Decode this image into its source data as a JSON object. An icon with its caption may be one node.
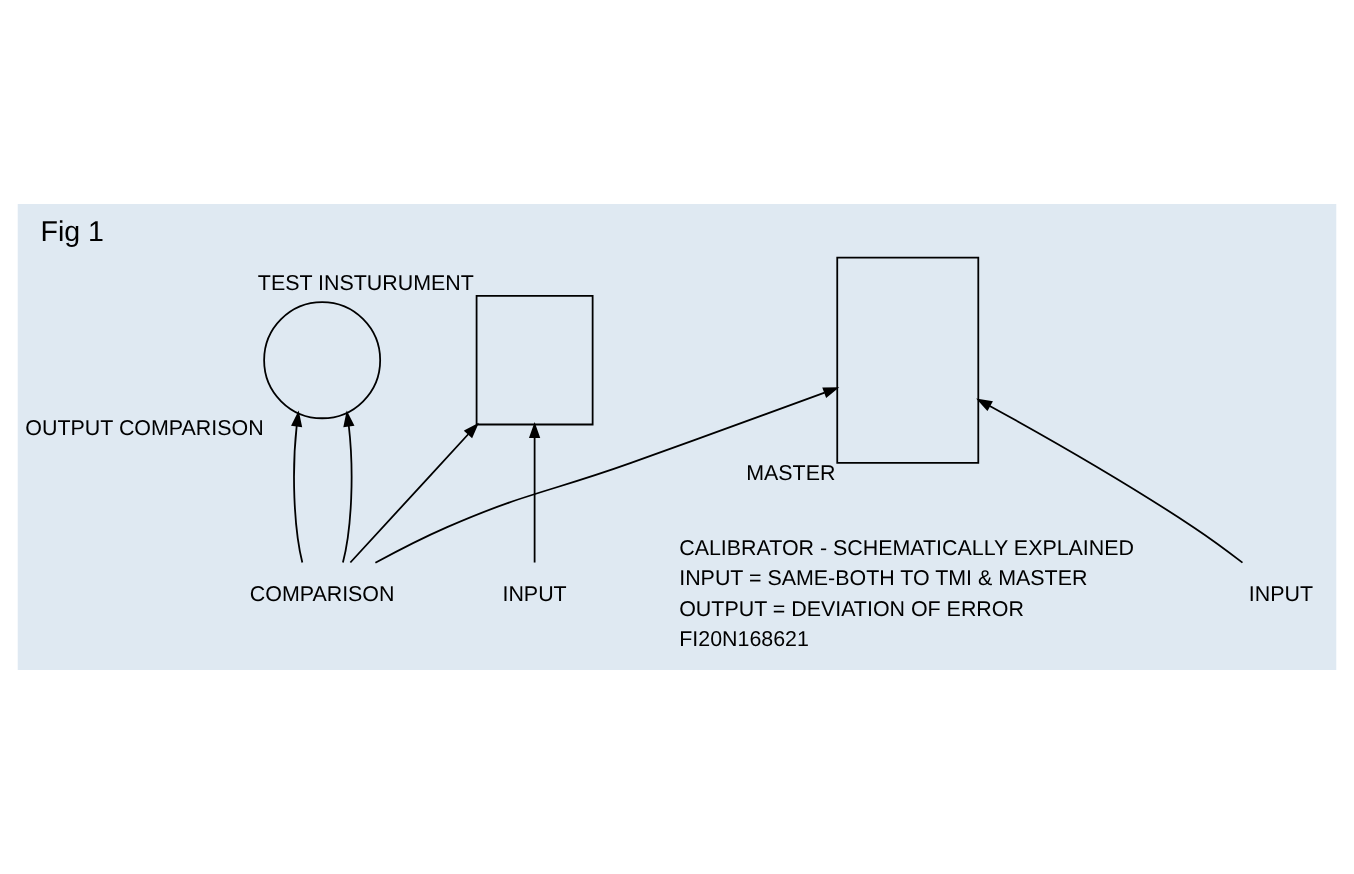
{
  "diagram": {
    "title": "Fig 1",
    "nodes": [
      {
        "text": [],
        "shape": "circle",
        "beside": [
          "OUTPUT COMPARISON"
        ]
      },
      {
        "text": [
          "INPUT"
        ]
      },
      {
        "text": [
          "COMPARISON"
        ]
      },
      {
        "text": [
          "INPUT"
        ]
      },
      {
        "text": [],
        "shape": "box",
        "beside": [
          "TEST INSTURUMENT"
        ]
      },
      {
        "text": [],
        "shape": "box",
        "beside": [
          "MASTER"
        ]
      }
    ],
    "edges": [
      {
        "from": 1,
        "to": 4,
        "arrow": "to"
      },
      {
        "from": 2,
        "to": 4,
        "arrow": "to"
      },
      {
        "from": 2,
        "to": 0,
        "arrow": "to"
      },
      {
        "from": 2,
        "to": 0,
        "arrow": "to"
      },
      {
        "from": 2,
        "to": 5,
        "arrow": "to"
      },
      {
        "from": 3,
        "to": 5,
        "arrow": "to"
      }
    ],
    "labels": [
      "CALIBRATOR - SCHEMATICALLY EXPLAINED",
      "INPUT = SAME-BOTH TO TMI & MASTER",
      "OUTPUT = DEVIATION OF ERROR",
      "FI20N168621"
    ]
  }
}
